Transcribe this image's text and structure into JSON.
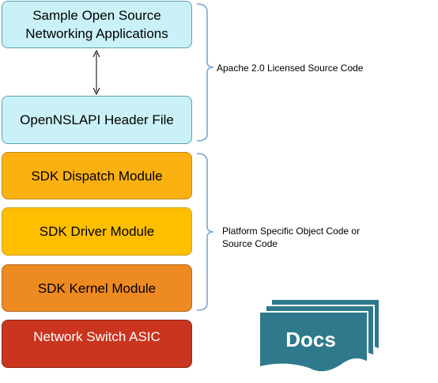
{
  "boxes": {
    "apps": "Sample Open Source\nNetworking Applications",
    "header": "OpenNSLAPI Header File",
    "dispatch": "SDK Dispatch Module",
    "driver": "SDK Driver Module",
    "kernel": "SDK Kernel Module",
    "asic": "Network Switch ASIC"
  },
  "labels": {
    "apache": "Apache 2.0 Licensed Source Code",
    "platform": "Platform Specific Object Code or\nSource Code"
  },
  "docs": {
    "label": "Docs",
    "color": "#2e7a8c"
  },
  "colors": {
    "light_blue": "#cbf1f8",
    "orange_dispatch": "#fbb012",
    "yellow_driver": "#ffbf00",
    "orange_kernel": "#ee8a22",
    "red_asic": "#c9351e"
  }
}
